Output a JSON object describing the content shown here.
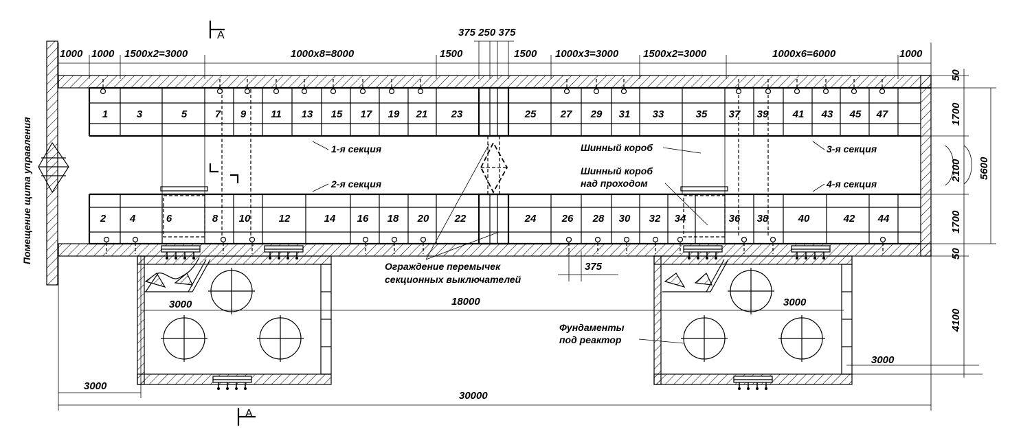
{
  "section_mark": "A",
  "top_dimensions": [
    "1000",
    "1000",
    "1500x2=3000",
    "1000x8=8000",
    "1500",
    "375 250 375",
    "1500",
    "1000x3=3000",
    "1500x2=3000",
    "1000x6=6000",
    "1000"
  ],
  "right_dimensions": [
    "50",
    "1700",
    "2100",
    "1700",
    "50",
    "5600",
    "4100"
  ],
  "row_top_cells": [
    "1",
    "3",
    "5",
    "7",
    "9",
    "11",
    "13",
    "15",
    "17",
    "19",
    "21",
    "23",
    "25",
    "27",
    "29",
    "31",
    "33",
    "35",
    "37",
    "39",
    "41",
    "43",
    "45",
    "47"
  ],
  "row_bottom_cells": [
    "2",
    "4",
    "6",
    "8",
    "10",
    "12",
    "14",
    "16",
    "18",
    "20",
    "22",
    "24",
    "26",
    "28",
    "30",
    "32",
    "34",
    "36",
    "38",
    "40",
    "42",
    "44"
  ],
  "labels": {
    "control_room": "Помещение щита управления",
    "section_1": "1-я секция",
    "section_2": "2-я секция",
    "section_3": "3-я секция",
    "section_4": "4-я секция",
    "bus_duct": "Шинный короб",
    "bus_duct_over_pass_1": "Шинный короб",
    "bus_duct_over_pass_2": "над проходом",
    "fence_1": "Ограждение перемычек",
    "fence_2": "секционных выключателей",
    "foundations_1": "Фундаменты",
    "foundations_2": "под реактор"
  },
  "bottom_dimensions": {
    "d375": "375",
    "d18000": "18000",
    "d3000_left_inner": "3000",
    "d3000_right_inner": "3000",
    "d3000_right_outer": "3000",
    "d3000_left_outer": "3000",
    "d30000": "30000"
  }
}
